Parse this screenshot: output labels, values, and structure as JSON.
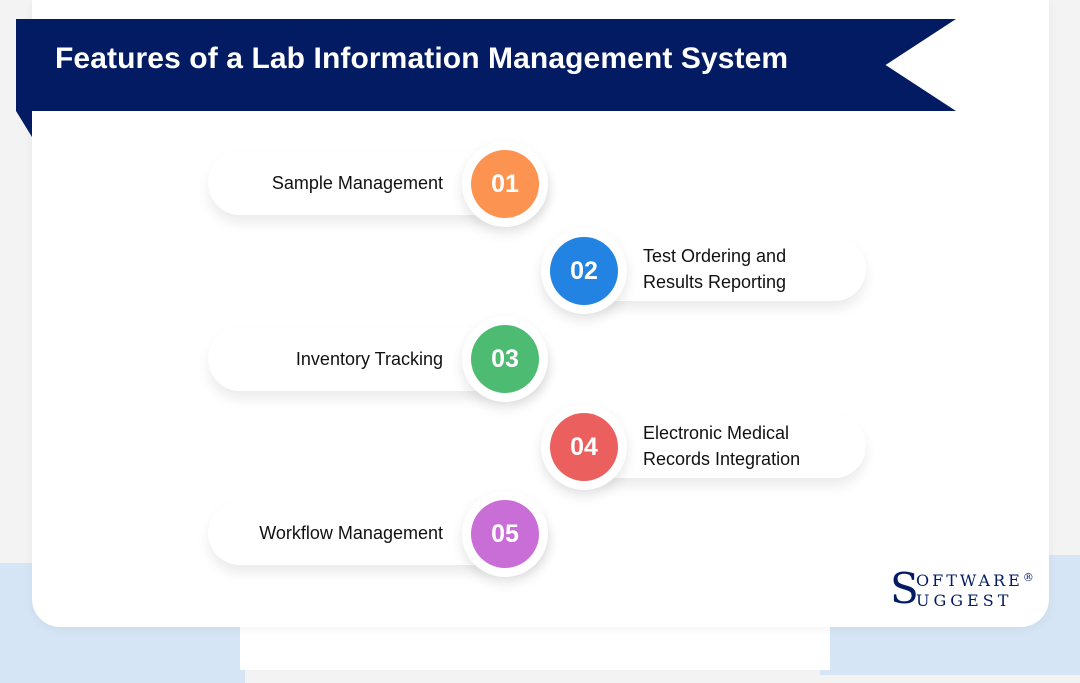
{
  "header": {
    "title": "Features of a Lab Information Management System"
  },
  "features": [
    {
      "number": "01",
      "label": "Sample Management",
      "color": "#fd9350",
      "side": "left"
    },
    {
      "number": "02",
      "label_line1": "Test Ordering and",
      "label_line2": "Results Reporting",
      "color": "#2383e2",
      "side": "right"
    },
    {
      "number": "03",
      "label": "Inventory Tracking",
      "color": "#4dbc72",
      "side": "left"
    },
    {
      "number": "04",
      "label_line1": "Electronic Medical",
      "label_line2": "Records Integration",
      "color": "#ec5f5f",
      "side": "right"
    },
    {
      "number": "05",
      "label": "Workflow Management",
      "color": "#c96ed6",
      "side": "left"
    }
  ],
  "brand": {
    "initial": "S",
    "line1": "OFTWARE",
    "line2": "UGGEST",
    "registered": "®"
  },
  "colors": {
    "navy": "#031b63",
    "background_blue": "#d5e5f5"
  }
}
